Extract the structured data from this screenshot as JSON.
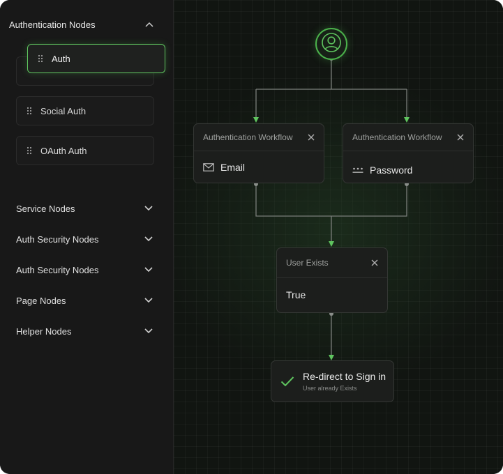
{
  "sidebar": {
    "auth_section": {
      "title": "Authentication Nodes",
      "items": [
        {
          "label": "Auth"
        },
        {
          "label": "Social Auth"
        },
        {
          "label": "OAuth Auth"
        }
      ]
    },
    "categories": [
      {
        "label": "Service Nodes"
      },
      {
        "label": "Auth Security Nodes"
      },
      {
        "label": "Auth Security Nodes"
      },
      {
        "label": "Page Nodes"
      },
      {
        "label": "Helper Nodes"
      }
    ]
  },
  "flow": {
    "start_icon": "user-icon",
    "nodes": [
      {
        "title": "Authentication Workflow",
        "value": "Email",
        "icon": "mail-icon"
      },
      {
        "title": "Authentication Workflow",
        "value": "Password",
        "icon": "password-icon"
      },
      {
        "title": "User Exists",
        "value": "True"
      }
    ],
    "final": {
      "title": "Re-direct to Sign in",
      "subtitle": "User already Exists",
      "icon": "check-icon"
    }
  },
  "colors": {
    "accent": "#5fc55f",
    "background": "#141614",
    "panel": "#181818"
  }
}
